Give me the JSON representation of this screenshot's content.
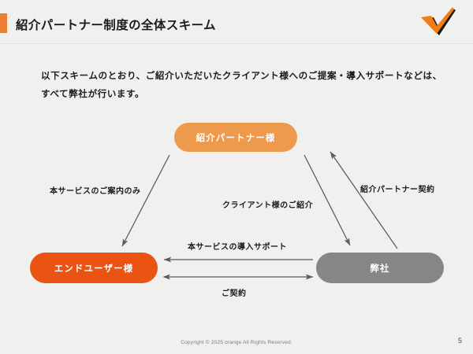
{
  "header": {
    "title": "紹介パートナー制度の全体スキーム",
    "accent_color": "#ED7D31",
    "logo_name": "orange-checkmark-logo"
  },
  "body": {
    "lead_line1": "以下スキームのとおり、ご紹介いただいたクライアント様へのご提案・導入サポートなどは、",
    "lead_line2": "すべて弊社が行います。"
  },
  "diagram": {
    "nodes": [
      {
        "id": "partner",
        "label": "紹介パートナー様",
        "color": "#EE9A4D"
      },
      {
        "id": "enduser",
        "label": "エンドユーザー様",
        "color": "#EA5413"
      },
      {
        "id": "company",
        "label": "弊社",
        "color": "#868686"
      }
    ],
    "edges": [
      {
        "id": "guide",
        "label": "本サービスのご案内のみ",
        "from": "partner",
        "to": "enduser",
        "direction": "one-way"
      },
      {
        "id": "intro",
        "label": "クライアント様のご紹介",
        "from": "partner",
        "to": "company",
        "direction": "one-way"
      },
      {
        "id": "contract",
        "label": "紹介パートナー契約",
        "from": "company",
        "to": "partner",
        "direction": "one-way"
      },
      {
        "id": "support",
        "label": "本サービスの導入サポート",
        "from": "company",
        "to": "enduser",
        "direction": "one-way"
      },
      {
        "id": "keiyaku",
        "label": "ご契約",
        "from": "enduser",
        "to": "company",
        "direction": "two-way"
      }
    ],
    "arrow_color": "#5a5a5a"
  },
  "footer": {
    "copyright": "Copyright © 2025 orange All Rights Reserved.",
    "page_number": "5"
  }
}
